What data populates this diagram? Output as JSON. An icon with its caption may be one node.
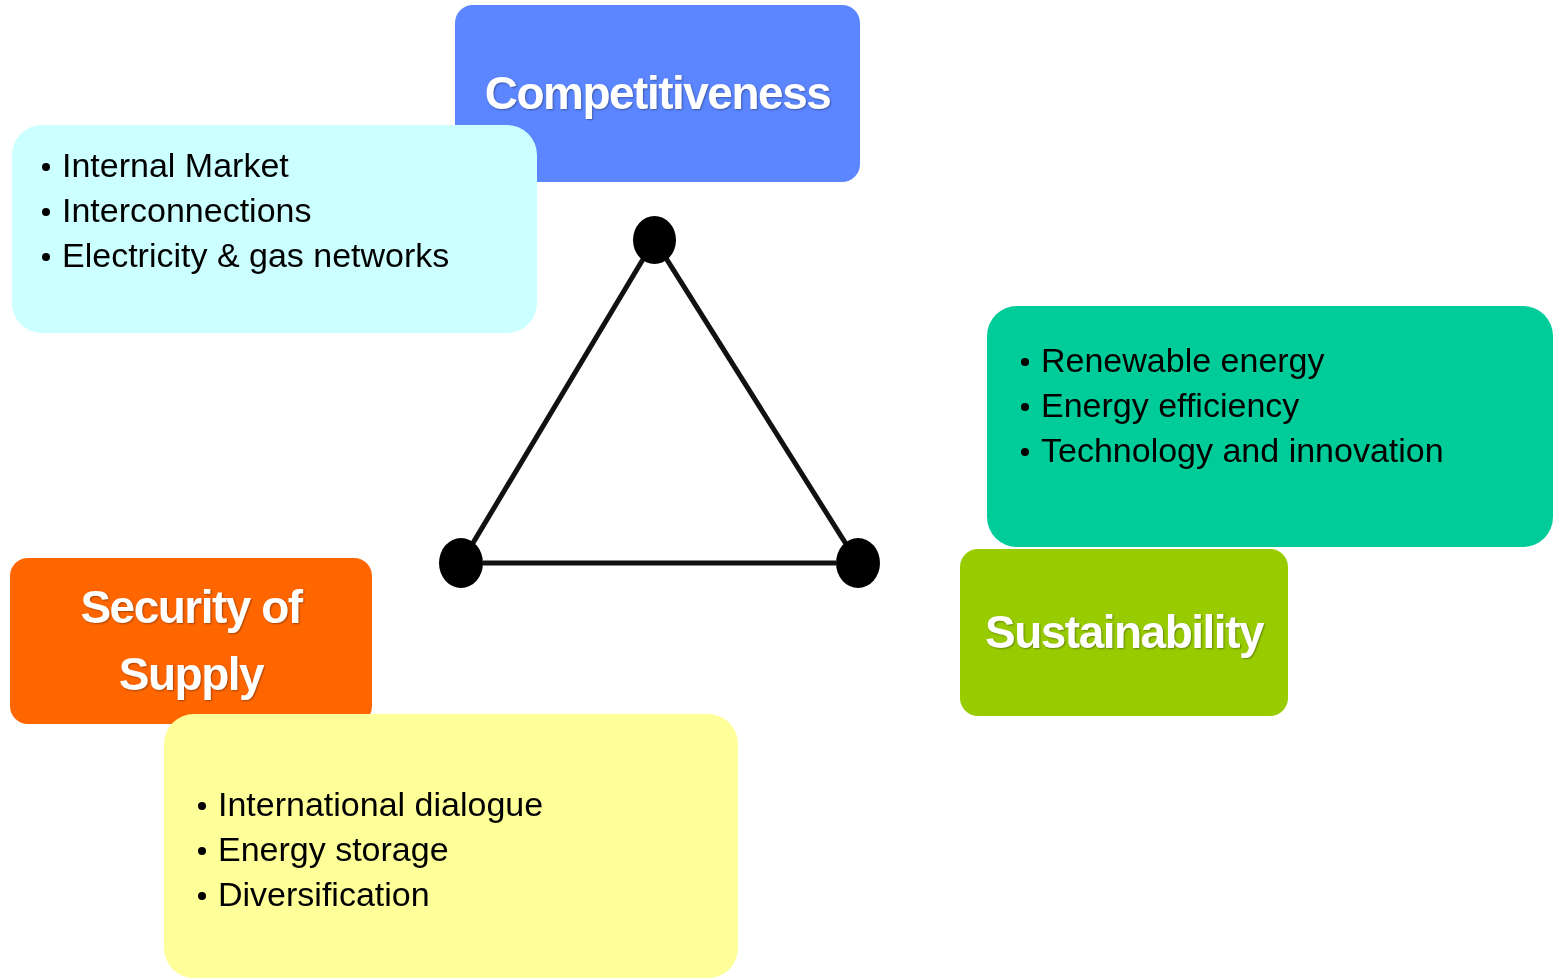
{
  "diagram": {
    "nodes": [
      {
        "text": [
          "Competitiveness"
        ]
      },
      {
        "text": [
          "Internal Market",
          "Interconnections",
          "Electricity & gas networks"
        ]
      },
      {
        "text": [],
        "shape": "circle"
      },
      {
        "text": [
          "Renewable energy",
          "Energy efficiency",
          "Technology and innovation"
        ]
      },
      {
        "text": [],
        "shape": "circle"
      },
      {
        "text": [],
        "shape": "circle"
      },
      {
        "text": [
          "Security of Supply"
        ]
      },
      {
        "text": [
          "Sustainability"
        ]
      },
      {
        "text": [
          "International dialogue",
          "Energy storage",
          "Diversification"
        ]
      }
    ],
    "edges": [
      {
        "from": 2,
        "to": 4,
        "arrow": "none"
      },
      {
        "from": 2,
        "to": 5,
        "arrow": "none"
      },
      {
        "from": 4,
        "to": 5,
        "arrow": "none"
      }
    ]
  }
}
